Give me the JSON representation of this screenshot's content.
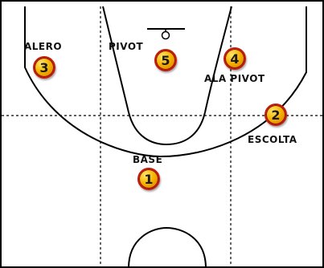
{
  "positions": [
    {
      "number": "1",
      "label": "BASE"
    },
    {
      "number": "2",
      "label": "ESCOLTA"
    },
    {
      "number": "3",
      "label": "ALERO"
    },
    {
      "number": "4",
      "label": "ALA PIVOT"
    },
    {
      "number": "5",
      "label": "PIVOT"
    }
  ],
  "colors": {
    "marker_fill": "#f6b400",
    "marker_border": "#c21b0e",
    "court_line": "#000000",
    "background": "#ffffff"
  }
}
